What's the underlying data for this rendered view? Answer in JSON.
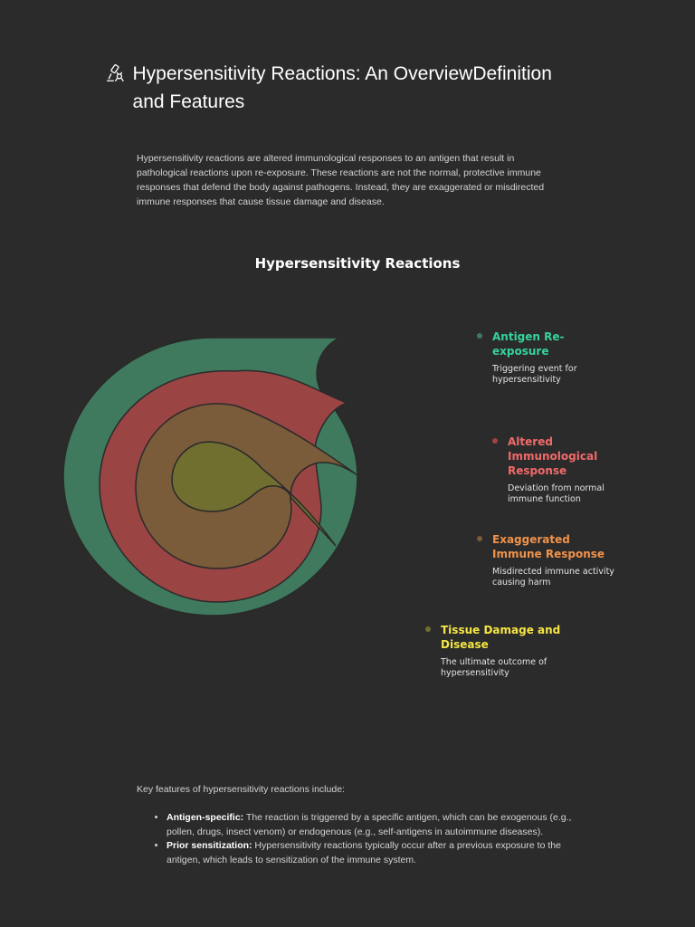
{
  "header": {
    "icon": "microscope-icon",
    "title": "Hypersensitivity Reactions: An OverviewDefinition and Features"
  },
  "intro": {
    "text": "Hypersensitivity reactions are altered immunological responses to an antigen that result in pathological reactions upon re-exposure. These reactions are not the normal, protective immune responses that defend the body against pathogens. Instead, they are exaggerated or misdirected immune responses that cause tissue damage and disease."
  },
  "diagram": {
    "title": "Hypersensitivity Reactions",
    "layers": [
      {
        "title": "Antigen Re-exposure",
        "description": "Triggering event for hypersensitivity",
        "color": "#3f7a5e",
        "text_color": "#34d399"
      },
      {
        "title": "Altered Immunological Response",
        "description": "Deviation from normal immune function",
        "color": "#9a4444",
        "text_color": "#f16a6a"
      },
      {
        "title": "Exaggerated Immune Response",
        "description": "Misdirected immune activity causing harm",
        "color": "#7a5b3a",
        "text_color": "#f0924a"
      },
      {
        "title": "Tissue Damage and Disease",
        "description": "The ultimate outcome of hypersensitivity",
        "color": "#706f30",
        "text_color": "#f5e642"
      }
    ]
  },
  "features": {
    "intro": "Key features of hypersensitivity reactions include:",
    "items": [
      {
        "label": "Antigen-specific:",
        "text": " The reaction is triggered by a specific antigen, which can be exogenous (e.g., pollen, drugs, insect venom) or endogenous (e.g., self-antigens in autoimmune diseases)."
      },
      {
        "label": "Prior sensitization:",
        "text": " Hypersensitivity reactions typically occur after a previous exposure to the antigen, which leads to sensitization of the immune system."
      }
    ]
  }
}
